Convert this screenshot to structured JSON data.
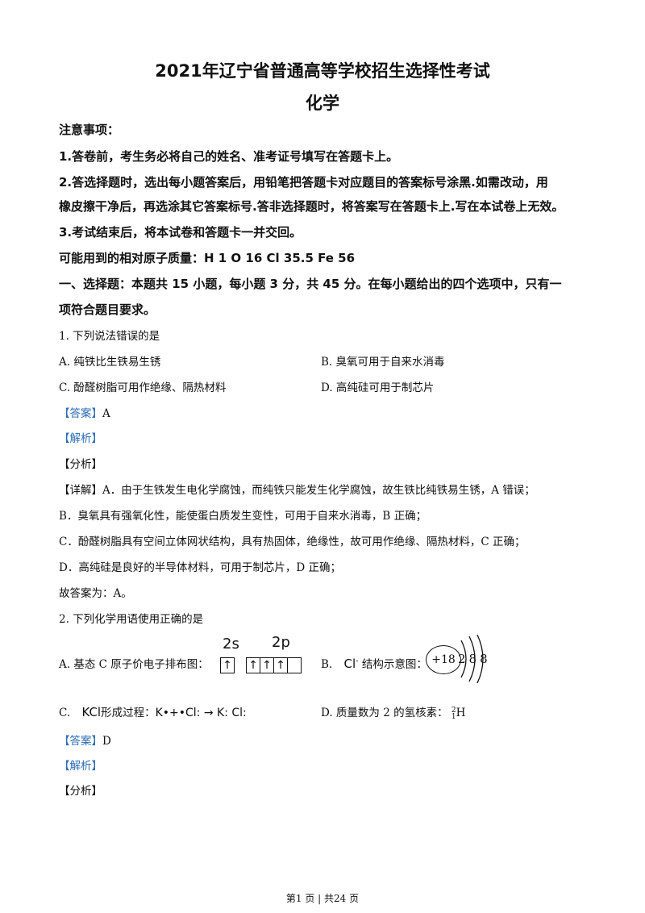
{
  "header": {
    "title": "2021年辽宁省普通高等学校招生选择性考试",
    "subject": "化学"
  },
  "notice": {
    "heading": "注意事项：",
    "items": [
      "1.答卷前，考生务必将自己的姓名、准考证号填写在答题卡上。",
      "2.答选择题时，选出每小题答案后，用铅笔把答题卡对应题目的答案标号涂黑.如需改动，用",
      "橡皮擦干净后，再选涂其它答案标号.答非选择题时，将答案写在答题卡上.写在本试卷上无效。",
      "3.考试结束后，将本试卷和答题卡一并交回。"
    ],
    "atomic_masses": "可能用到的相对原子质量：H 1    O 16    Cl 35.5    Fe 56"
  },
  "section1": {
    "line1": "一、选择题：本题共 15 小题，每小题 3 分，共 45 分。在每小题给出的四个选项中，只有一",
    "line2": "项符合题目要求。"
  },
  "q1": {
    "stem": "1.  下列说法错误的是",
    "options": [
      "A.  纯铁比生铁易生锈",
      "B.  臭氧可用于自来水消毒",
      "C.  酚醛树脂可用作绝缘、隔热材料",
      "D.  高纯硅可用于制芯片"
    ],
    "answer_tag": "【答案】",
    "answer": "A",
    "analysis_tag": "【解析】",
    "fenxi": "【分析】",
    "detail_tag": "【详解】",
    "detail": [
      "A．由于生铁发生电化学腐蚀，而纯铁只能发生化学腐蚀，故生铁比纯铁易生锈，A 错误；",
      "B．臭氧具有强氧化性，能使蛋白质发生变性，可用于自来水消毒，B 正确；",
      "C．酚醛树脂具有空间立体网状结构，具有热固体，绝缘性，故可用作绝缘、隔热材料，C 正确；",
      "D．高纯硅是良好的半导体材料，可用于制芯片，D 正确；",
      "故答案为：A。"
    ]
  },
  "q2": {
    "stem": "2.  下列化学用语使用正确的是",
    "optA": "A.  基态 C 原子价电子排布图：",
    "orb_2s": "2s",
    "orb_2p": "2p",
    "arrow": "↑",
    "optB_label": "B.",
    "optB_ion": "Cl",
    "optB_charge": "-",
    "optB_text": "结构示意图：",
    "nucleus": "+18",
    "shells": [
      "2",
      "8",
      "8"
    ],
    "optC_label": "C.",
    "optC_kcl": "KCl",
    "optC_text": "形成过程：",
    "optC_formula": "K•+•Cl: → K: Cl:",
    "optD": "D.  质量数为 2 的氢核素：",
    "optD_mass": "2",
    "optD_num": "1",
    "optD_sym": "H",
    "answer_tag": "【答案】",
    "answer": "D",
    "analysis_tag": "【解析】",
    "fenxi": "【分析】"
  },
  "footer": "第1 页  |  共24 页"
}
